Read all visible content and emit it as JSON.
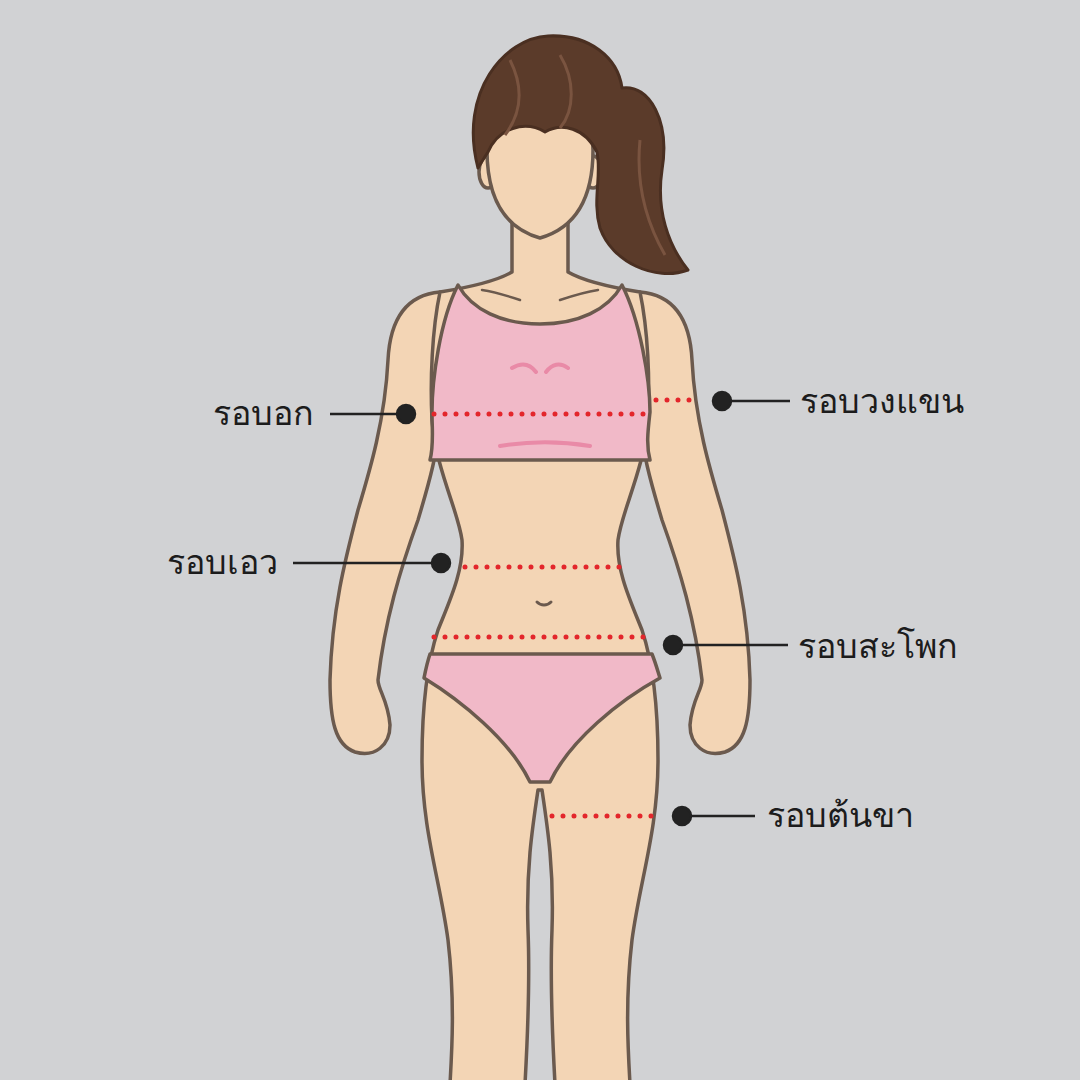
{
  "diagram": {
    "labels": [
      "รอบอก",
      "รอบวงแขน",
      "รอบเอว",
      "รอบสะโพก",
      "รอบต้นขา"
    ]
  }
}
